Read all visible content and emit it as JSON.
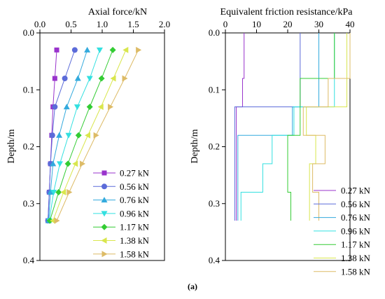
{
  "caption": "(a)",
  "chart_data": [
    {
      "type": "line",
      "title": "Axial force/kN",
      "xlabel": "Axial force/kN",
      "ylabel": "Depth/m",
      "xlim": [
        0.0,
        2.0
      ],
      "ylim": [
        0.4,
        0.0
      ],
      "x_ticks": [
        "0.0",
        "0.5",
        "1.0",
        "1.5",
        "2.0"
      ],
      "y_ticks": [
        "0.0",
        "0.1",
        "0.2",
        "0.3",
        "0.4"
      ],
      "depths": [
        0.03,
        0.08,
        0.13,
        0.18,
        0.23,
        0.28,
        0.33
      ],
      "series": [
        {
          "name": "0.27 kN",
          "color": "#9933cc",
          "marker": "square",
          "values": [
            0.27,
            0.24,
            0.21,
            0.19,
            0.17,
            0.15,
            0.13
          ]
        },
        {
          "name": "0.56 kN",
          "color": "#5b6bd9",
          "marker": "circle",
          "values": [
            0.56,
            0.4,
            0.24,
            0.2,
            0.17,
            0.15,
            0.13
          ]
        },
        {
          "name": "0.76 kN",
          "color": "#33aadd",
          "marker": "triangle-up",
          "values": [
            0.76,
            0.61,
            0.43,
            0.31,
            0.21,
            0.17,
            0.14
          ]
        },
        {
          "name": "0.96 kN",
          "color": "#33e0e0",
          "marker": "triangle-down",
          "values": [
            0.96,
            0.8,
            0.6,
            0.46,
            0.32,
            0.22,
            0.15
          ]
        },
        {
          "name": "1.17 kN",
          "color": "#33cc33",
          "marker": "diamond",
          "values": [
            1.17,
            0.99,
            0.8,
            0.62,
            0.45,
            0.3,
            0.16
          ]
        },
        {
          "name": "1.38 kN",
          "color": "#d9e64d",
          "marker": "triangle-left",
          "values": [
            1.38,
            1.18,
            0.98,
            0.77,
            0.57,
            0.38,
            0.21
          ]
        },
        {
          "name": "1.58 kN",
          "color": "#ddbb66",
          "marker": "triangle-right",
          "values": [
            1.58,
            1.36,
            1.13,
            0.9,
            0.68,
            0.47,
            0.27
          ]
        }
      ]
    },
    {
      "type": "line",
      "title": "Equivalent friction resistance/kPa",
      "xlabel": "Equivalent friction resistance/kPa",
      "ylabel": "Depth/m",
      "xlim": [
        0,
        40
      ],
      "ylim": [
        0.4,
        0.0
      ],
      "x_ticks": [
        "0",
        "10",
        "20",
        "30",
        "40"
      ],
      "y_ticks": [
        "0.0",
        "0.1",
        "0.2",
        "0.3",
        "0.4"
      ],
      "depth_edges": [
        0.0,
        0.08,
        0.13,
        0.18,
        0.23,
        0.28,
        0.33
      ],
      "series": [
        {
          "name": "0.27 kN",
          "color": "#9933cc",
          "values": [
            6,
            5.5,
            3.5,
            3.5,
            3.5,
            3.5
          ]
        },
        {
          "name": "0.56 kN",
          "color": "#5b6bd9",
          "values": [
            24,
            24,
            3,
            3,
            3,
            3
          ]
        },
        {
          "name": "0.76 kN",
          "color": "#33aadd",
          "values": [
            30,
            30,
            21.5,
            4,
            4,
            4
          ]
        },
        {
          "name": "0.96 kN",
          "color": "#33e0e0",
          "values": [
            35,
            35,
            22,
            15,
            12,
            5
          ]
        },
        {
          "name": "1.17 kN",
          "color": "#33cc33",
          "values": [
            35,
            24,
            24,
            20,
            20,
            21
          ]
        },
        {
          "name": "1.38 kN",
          "color": "#d9e64d",
          "values": [
            39,
            39,
            26,
            29,
            27,
            27
          ]
        },
        {
          "name": "1.58 kN",
          "color": "#ddbb66",
          "values": [
            40,
            33,
            25,
            32,
            28,
            30
          ]
        }
      ]
    }
  ]
}
